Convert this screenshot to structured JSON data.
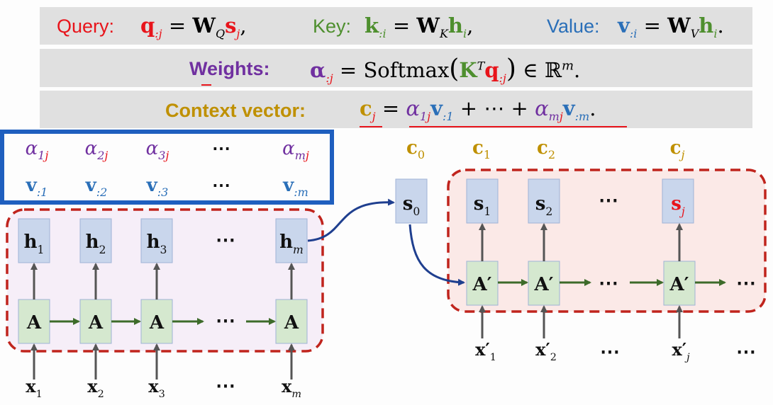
{
  "colors": {
    "query": "#e8141b",
    "key": "#4e8f2e",
    "value": "#2a6fb8",
    "weights": "#7030a0",
    "context": "#bf9000",
    "box_blue": "#1f5fbf",
    "dash_red": "#c0241d",
    "node_blue": "#c9d6ec",
    "node_green": "#d5e8cf",
    "arrow_green": "#3d6b2a",
    "arrow_gray": "#555555",
    "arrow_navy": "#1f3f8f"
  },
  "header": {
    "query_label": "Query:",
    "key_label": "Key:",
    "value_label": "Value:",
    "weights_label": "Weights:",
    "context_label": "Context vector:",
    "softmax": "Softmax",
    "real_set": "ℝ",
    "m": "m",
    "plus_dots": "+ ⋯ +",
    "element_of": "∈",
    "equals": "="
  },
  "encoder": {
    "alphas": [
      "α1j",
      "α2j",
      "α3j",
      "⋯",
      "αmj"
    ],
    "values": [
      "v:1",
      "v:2",
      "v:3",
      "⋯",
      "v:m"
    ],
    "hidden": [
      "h1",
      "h2",
      "h3",
      "⋯",
      "hm"
    ],
    "cell_label": "A",
    "inputs": [
      "x1",
      "x2",
      "x3",
      "⋯",
      "xm"
    ]
  },
  "decoder": {
    "contexts": [
      "c0",
      "c1",
      "c2",
      "cj"
    ],
    "states": [
      "s0",
      "s1",
      "s2",
      "⋯",
      "sj"
    ],
    "cell_label": "A′",
    "inputs": [
      "x′1",
      "x′2",
      "⋯",
      "x′j",
      "⋯"
    ]
  },
  "ellipsis": "⋯"
}
